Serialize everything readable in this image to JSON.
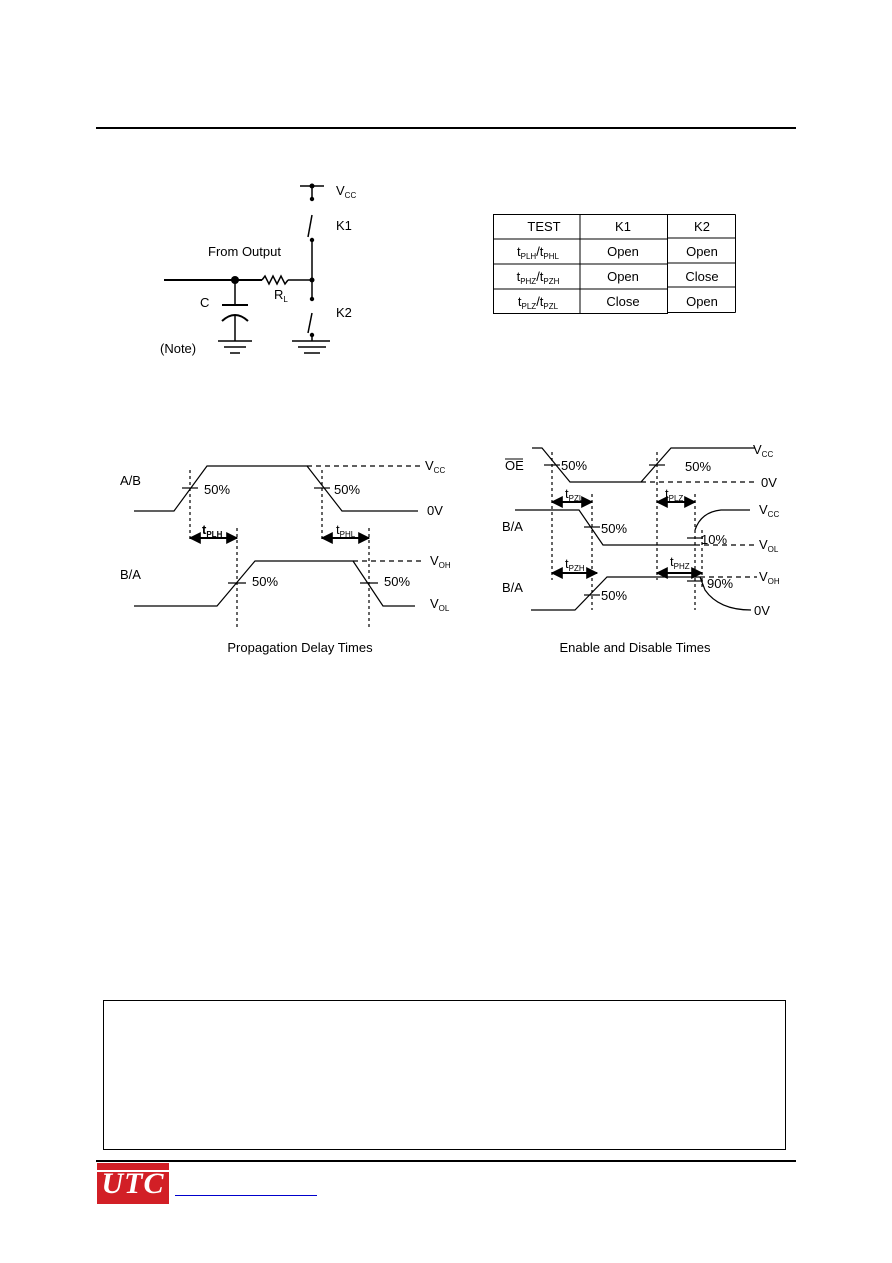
{
  "circuit": {
    "vcc": "V",
    "vcc_sub": "CC",
    "k1": "K1",
    "k2": "K2",
    "from_output": "From Output",
    "rl": "R",
    "rl_sub": "L",
    "cap": "C",
    "note": "(Note)"
  },
  "table": {
    "headers": [
      "TEST",
      "K1",
      "K2"
    ],
    "rows": [
      {
        "k1": "Open",
        "k2": "Open"
      },
      {
        "k1": "Open",
        "k2": "Close"
      },
      {
        "k1": "Close",
        "k2": "Open"
      }
    ]
  },
  "prop_delay": {
    "caption": "Propagation Delay Times",
    "input_label": "A/B",
    "output_label": "B/A",
    "pct": "50%",
    "zero_v": "0V"
  },
  "enable_disable": {
    "caption": "Enable and Disable Times",
    "oe_label": "OE",
    "ba_label": "B/A",
    "pct50": "50%",
    "pct10": "10%",
    "pct90": "90%",
    "zero_v": "0V"
  },
  "footer": {
    "logo": "UTC"
  }
}
